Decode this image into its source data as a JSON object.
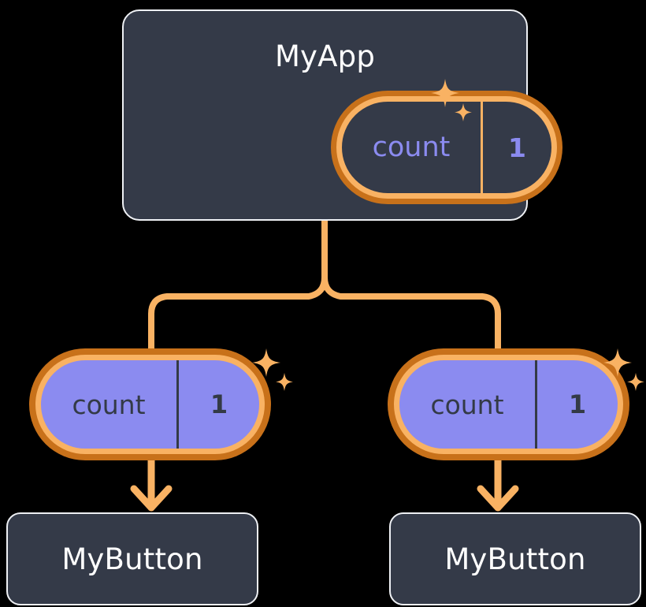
{
  "diagram": {
    "type": "component-state-tree",
    "background_color": "#000000",
    "palette": {
      "card_fill": "#343a48",
      "card_border": "#eef0f4",
      "ring_outer": "#c8711a",
      "ring_inner": "#f9b263",
      "wire": "#f9b263",
      "accent_value": "#8b8bf0",
      "text_light": "#ffffff",
      "text_dark": "#333a46"
    }
  },
  "root": {
    "name": "app-component",
    "title": "MyApp",
    "state_pill": {
      "key": "count",
      "value": "1",
      "style": "outlined",
      "sparkle_icon": "sparkles-icon"
    }
  },
  "children": [
    {
      "name": "child-left",
      "state_pill": {
        "key": "count",
        "value": "1",
        "style": "filled",
        "sparkle_icon": "sparkles-icon"
      },
      "button": {
        "label": "MyButton"
      }
    },
    {
      "name": "child-right",
      "state_pill": {
        "key": "count",
        "value": "1",
        "style": "filled",
        "sparkle_icon": "sparkles-icon"
      },
      "button": {
        "label": "MyButton"
      }
    }
  ],
  "connectors": {
    "parent_to_children_icon": "branch-connector",
    "pill_to_button_icon": "arrow-down-icon"
  }
}
